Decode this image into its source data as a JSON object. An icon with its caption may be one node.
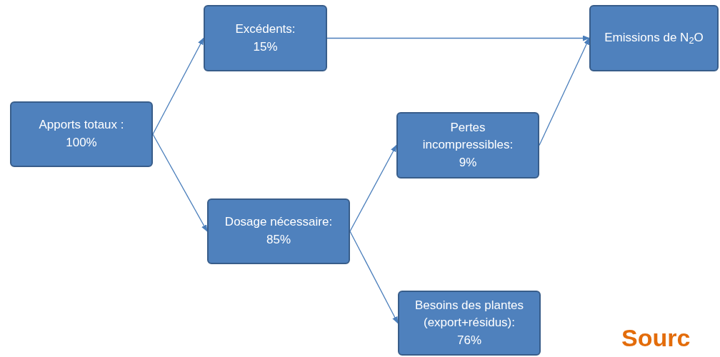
{
  "diagram": {
    "nodes": [
      {
        "text": [
          "Apports totaux :",
          "100%"
        ]
      },
      {
        "text": [
          "Excédents:",
          "15%"
        ]
      },
      {
        "text": [
          "Dosage nécessaire:",
          "85%"
        ]
      },
      {
        "text": [
          "Pertes incompressibles:",
          "9%"
        ]
      },
      {
        "text": [
          "Besoins des plantes (export+résidus):",
          "76%"
        ]
      },
      {
        "text": [
          "Emissions de N$_{2}$O"
        ]
      }
    ],
    "edges": [
      {
        "from": 0,
        "to": 1,
        "arrow": "to"
      },
      {
        "from": 0,
        "to": 2,
        "arrow": "to"
      },
      {
        "from": 1,
        "to": 5,
        "arrow": "to"
      },
      {
        "from": 2,
        "to": 3,
        "arrow": "to"
      },
      {
        "from": 2,
        "to": 4,
        "arrow": "to"
      },
      {
        "from": 3,
        "to": 5,
        "arrow": "to"
      }
    ],
    "labels": [
      "Sourc"
    ]
  }
}
